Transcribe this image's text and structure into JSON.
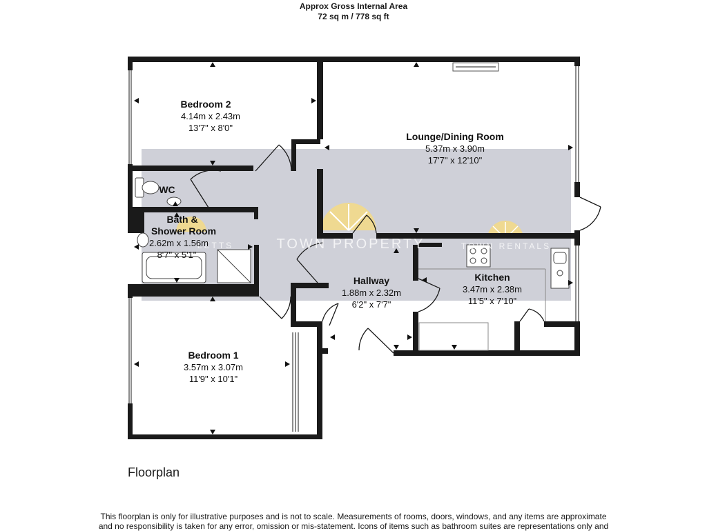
{
  "header": {
    "line1": "Approx Gross Internal Area",
    "line2": "72 sq m / 778 sq ft"
  },
  "rooms": [
    {
      "name": "Bedroom 2",
      "metric": "4.14m x 2.43m",
      "imperial": "13'7\" x 8'0\""
    },
    {
      "name": "Lounge/Dining Room",
      "metric": "5.37m x 3.90m",
      "imperial": "17'7\" x 12'10\""
    },
    {
      "name": "WC",
      "metric": "",
      "imperial": ""
    },
    {
      "name": "Bath &",
      "name2": "Shower Room",
      "metric": "2.62m x 1.56m",
      "imperial": "8'7\" x 5'1\""
    },
    {
      "name": "Hallway",
      "metric": "1.88m x 2.32m",
      "imperial": "6'2\" x 7'7\""
    },
    {
      "name": "Kitchen",
      "metric": "3.47m x 2.38m",
      "imperial": "11'5\" x 7'10\""
    },
    {
      "name": "Bedroom 1",
      "metric": "3.57m x 3.07m",
      "imperial": "11'9\" x 10'1\""
    }
  ],
  "watermark": {
    "main": "TOWN PROPERTY",
    "left": "LETTS",
    "right": "TOWN RENTALS"
  },
  "caption": "Floorplan",
  "disclaimer": {
    "line1": "This floorplan is only for illustrative purposes and is not to scale. Measurements of rooms, doors, windows, and any items are approximate",
    "line2": "and no responsibility is taken for any error, omission or mis-statement. Icons of items such as bathroom suites are representations only and"
  },
  "colors": {
    "wall": "#1a1a1a",
    "watermark_band": "#cfd0d8",
    "watermark_sun": "#f2d98a"
  }
}
